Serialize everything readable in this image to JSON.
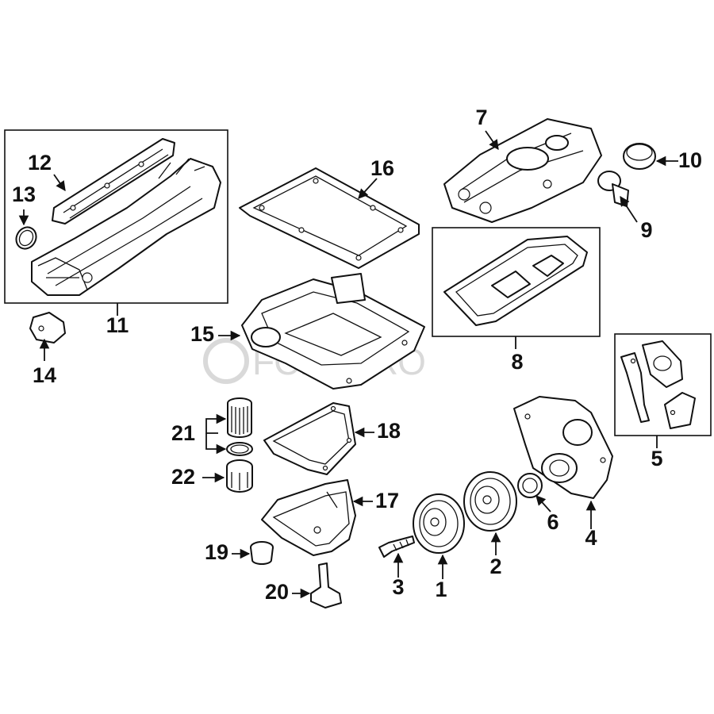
{
  "watermark": {
    "text": "FCPEURO"
  },
  "callouts": {
    "c1": "1",
    "c2": "2",
    "c3": "3",
    "c4": "4",
    "c5": "5",
    "c6": "6",
    "c7": "7",
    "c8": "8",
    "c9": "9",
    "c10": "10",
    "c11": "11",
    "c12": "12",
    "c13": "13",
    "c14": "14",
    "c15": "15",
    "c16": "16",
    "c17": "17",
    "c18": "18",
    "c19": "19",
    "c20": "20",
    "c21": "21",
    "c22": "22"
  },
  "colors": {
    "ink": "#111111",
    "watermark": "#d9d9d9",
    "background": "#ffffff"
  }
}
